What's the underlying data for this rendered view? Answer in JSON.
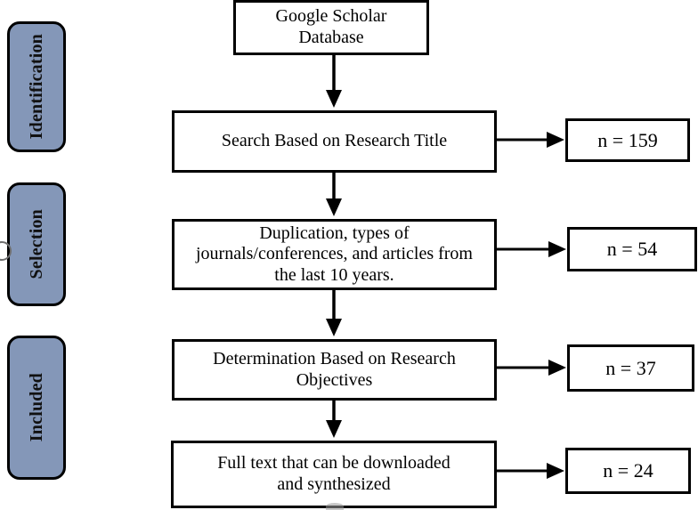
{
  "diagram": {
    "title": "PRISMA-style literature selection flow",
    "accent_color": "#8497b8",
    "line_color": "#000000",
    "box_fill": "#ffffff"
  },
  "stages": [
    {
      "label": "Identification"
    },
    {
      "label": "Selection"
    },
    {
      "label": "Included"
    }
  ],
  "steps": [
    {
      "id": "source",
      "text": "Google Scholar\nDatabase"
    },
    {
      "id": "search",
      "text": "Search Based on Research Title"
    },
    {
      "id": "screening",
      "text": "Duplication, types of\njournals/conferences, and articles from\nthe last 10 years."
    },
    {
      "id": "determination",
      "text": "Determination Based on Research\nObjectives"
    },
    {
      "id": "fulltext",
      "text": "Full text that can be downloaded\nand synthesized"
    }
  ],
  "counts": [
    {
      "id": "count-search",
      "text": "n = 159"
    },
    {
      "id": "count-screening",
      "text": "n = 54"
    },
    {
      "id": "count-determination",
      "text": "n = 37"
    },
    {
      "id": "count-fulltext",
      "text": "n = 24"
    }
  ]
}
